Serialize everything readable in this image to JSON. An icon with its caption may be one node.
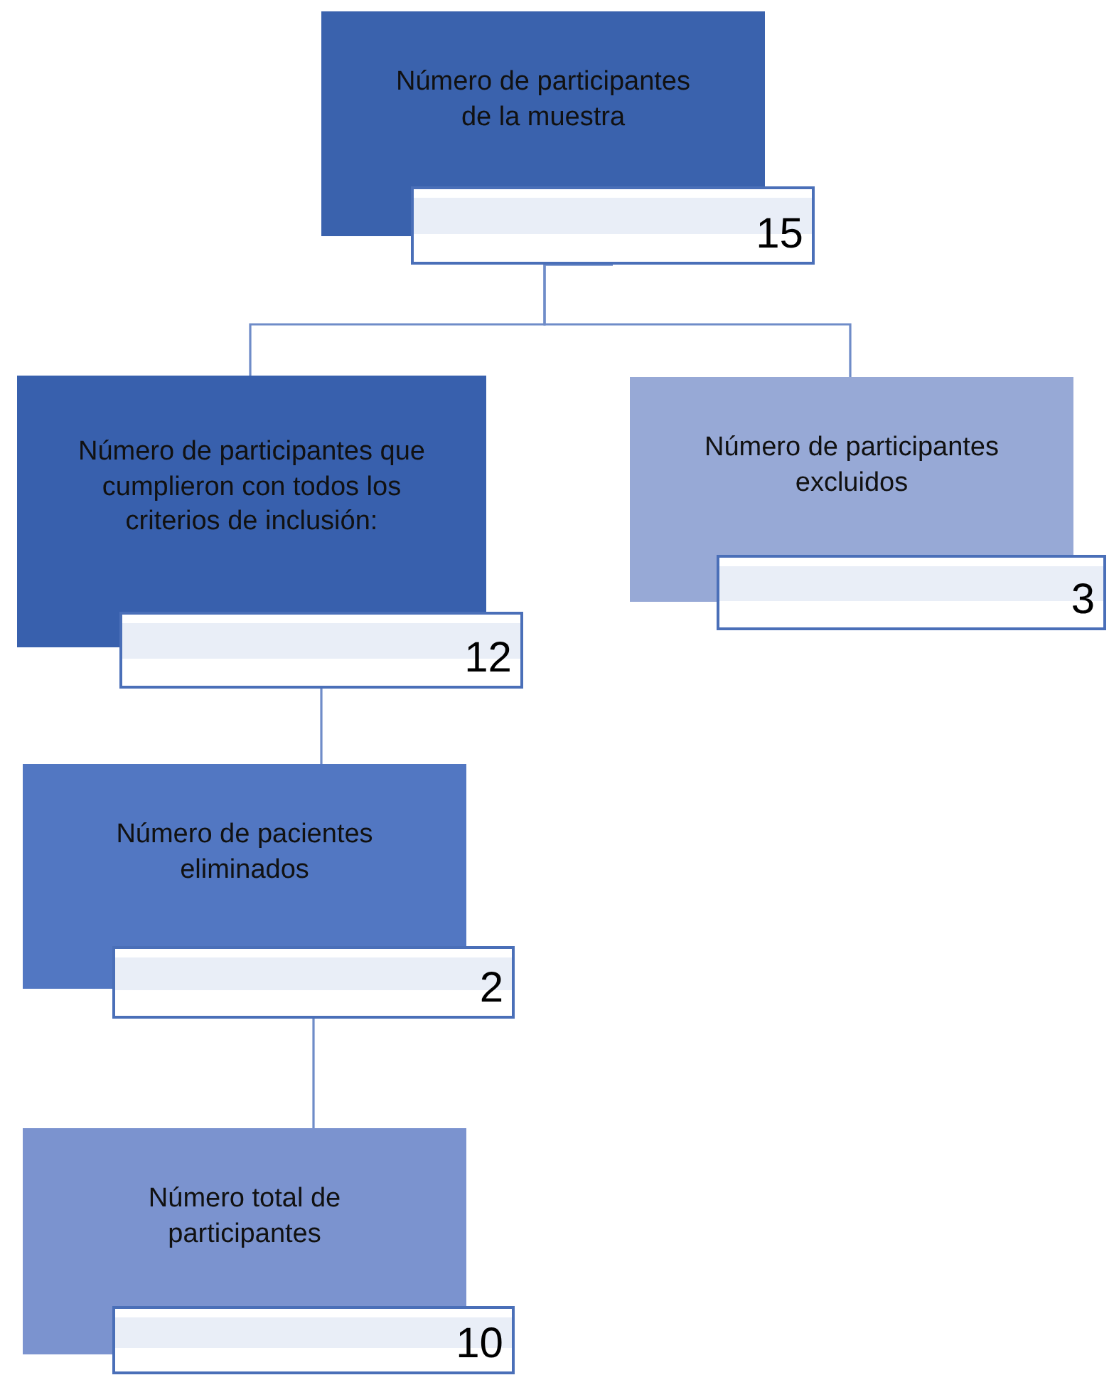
{
  "diagram": {
    "nodes": [
      {
        "text": [
          "Número de participantes de la muestra"
        ]
      },
      {
        "text": [
          "15"
        ]
      },
      {
        "text": [
          "Número de participantes que cumplieron con todos los criterios de inclusión:"
        ]
      },
      {
        "text": [
          "12"
        ]
      },
      {
        "text": [
          "Número de participantes excluidos"
        ]
      },
      {
        "text": [
          "3"
        ]
      },
      {
        "text": [
          "Número de pacientes eliminados"
        ]
      },
      {
        "text": [
          "2"
        ]
      },
      {
        "text": [
          "Número total de participantes"
        ]
      },
      {
        "text": [
          "10"
        ]
      }
    ],
    "edges": [
      {
        "from": 1,
        "to": 2,
        "arrow": "none"
      },
      {
        "from": 1,
        "to": 4,
        "arrow": "none"
      },
      {
        "from": 3,
        "to": 6,
        "arrow": "none"
      },
      {
        "from": 7,
        "to": 8,
        "arrow": "none"
      }
    ]
  }
}
